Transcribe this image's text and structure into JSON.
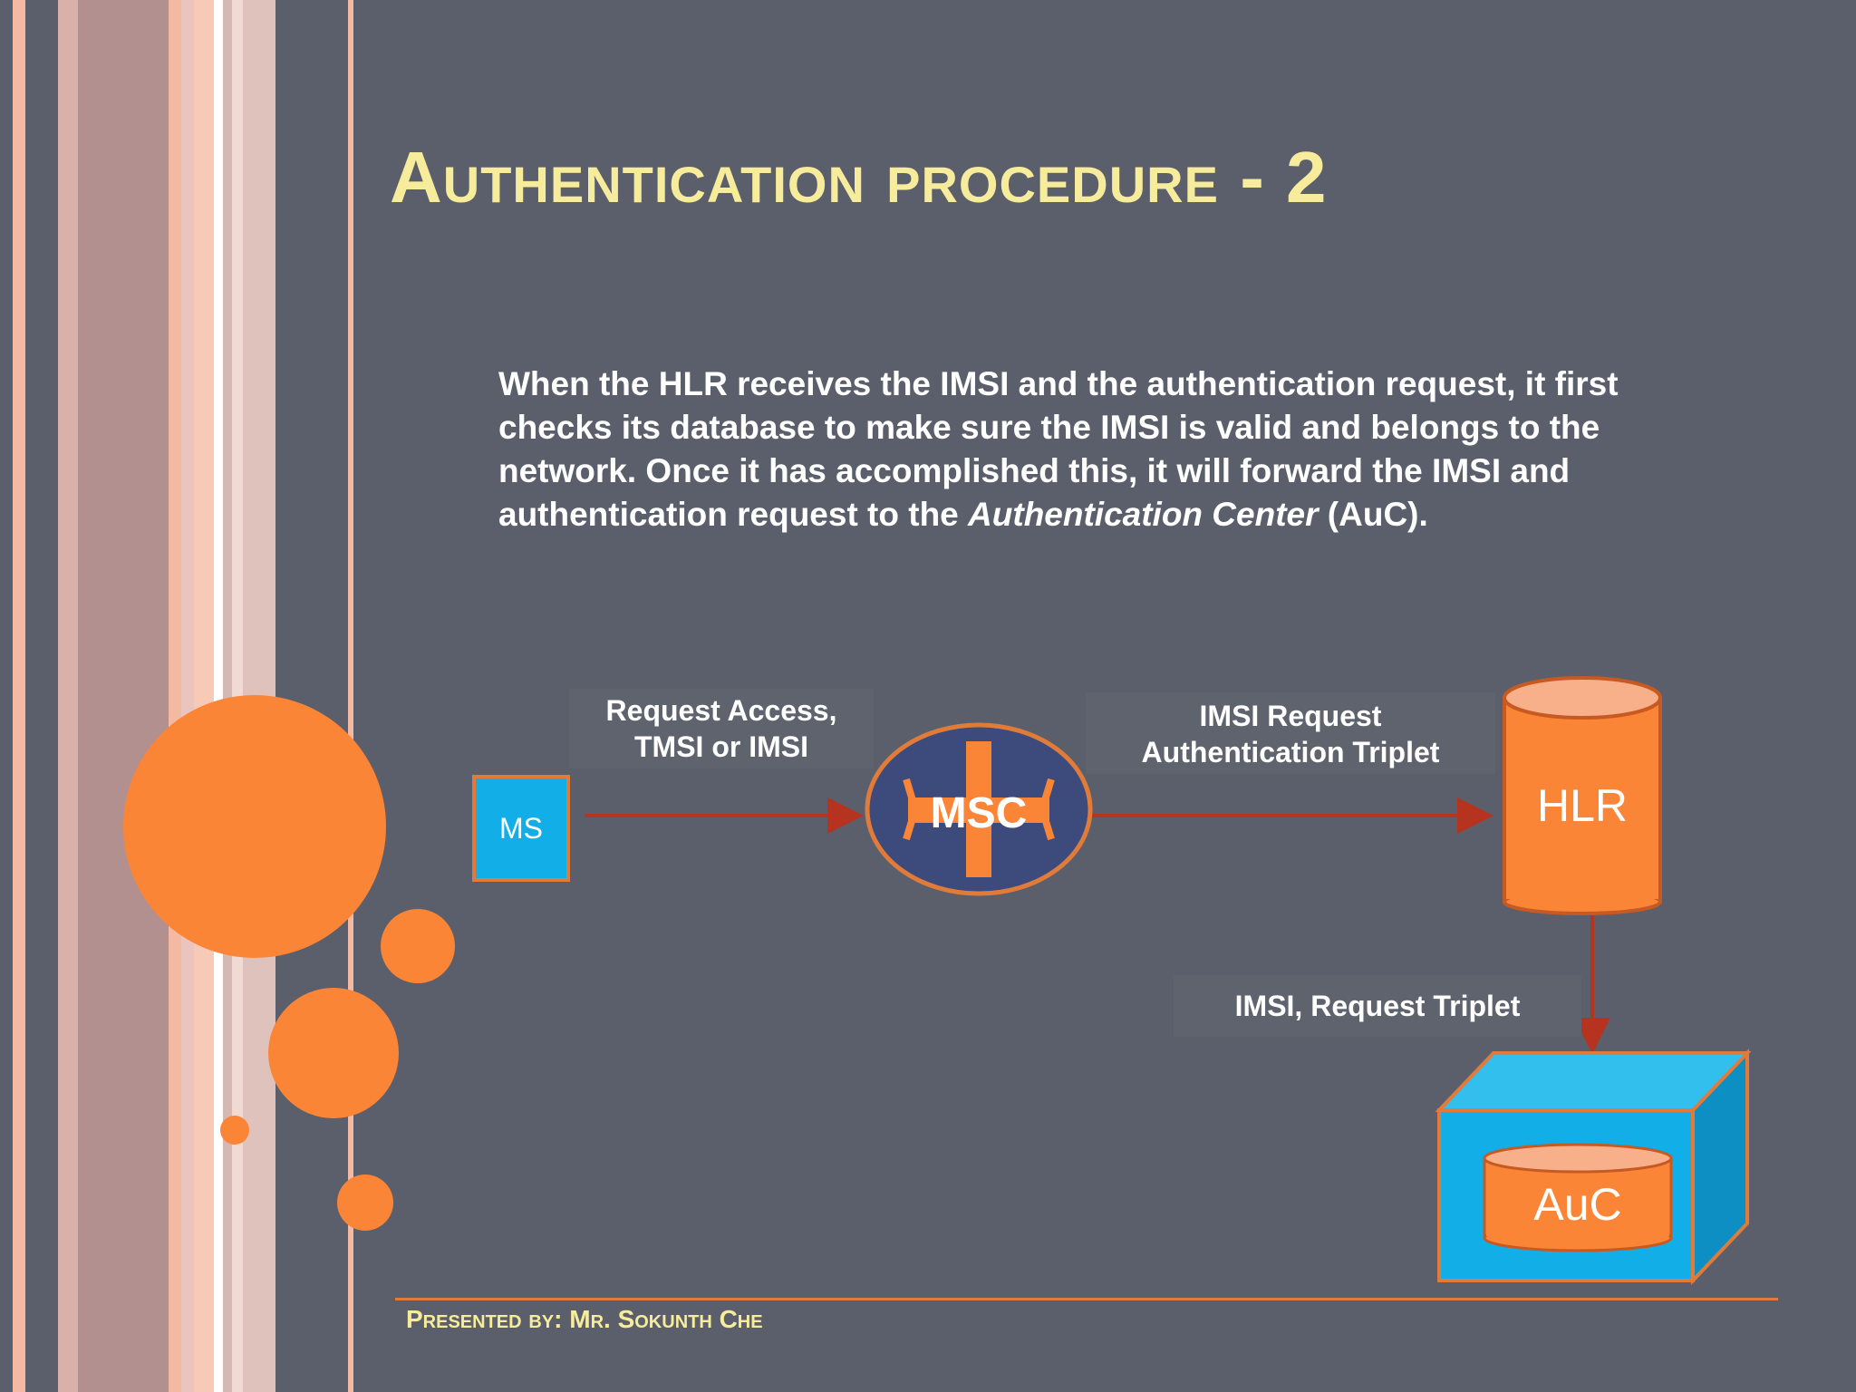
{
  "slide": {
    "title": "Authentication procedure - 2",
    "body_intro": "When the HLR receives the IMSI and the authentication request, it first checks its database to make sure the IMSI is valid and belongs to the network. Once it has accomplished this, it will forward the IMSI and authentication request to the ",
    "body_italic": "Authentication Center",
    "body_outro": " (AuC).",
    "footer": "Presented by: Mr. Sokunth Che"
  },
  "diagram": {
    "nodes": {
      "ms": "MS",
      "msc": "MSC",
      "hlr": "HLR",
      "auc": "AuC"
    },
    "edges": {
      "ms_msc_line1": "Request Access,",
      "ms_msc_line2": "TMSI or IMSI",
      "msc_hlr_line1": "IMSI Request",
      "msc_hlr_line2": "Authentication Triplet",
      "hlr_auc": "IMSI, Request Triplet"
    }
  },
  "colors": {
    "background": "#5b5f6b",
    "accent_orange": "#fb8536",
    "accent_blue": "#12aee8",
    "title_yellow": "#f6ec9b",
    "arrow_red": "#b5331f"
  }
}
